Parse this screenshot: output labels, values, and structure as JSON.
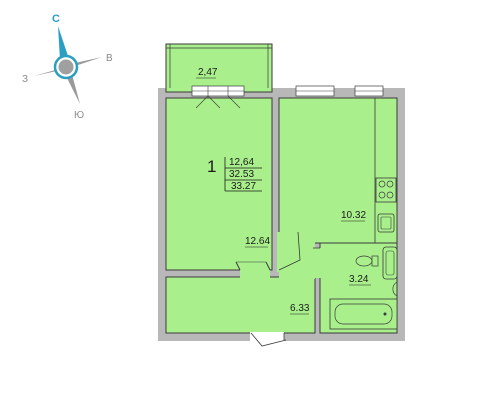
{
  "compass": {
    "north": "С",
    "east": "В",
    "south": "Ю",
    "west": "З",
    "accent_color": "#2b9fc1"
  },
  "apartment": {
    "rooms_count": "1",
    "living_area": "12,64",
    "total_area": "32.53",
    "total_area_with_balcony": "33.27"
  },
  "rooms": {
    "balcony": "2,47",
    "living_room": "12.64",
    "kitchen": "10.32",
    "bathroom": "3.24",
    "hallway": "6.33"
  },
  "colors": {
    "room_fill": "#a9f08c",
    "wall": "#b8b8b8",
    "line": "#3a3a3a",
    "window": "#ffffff"
  }
}
